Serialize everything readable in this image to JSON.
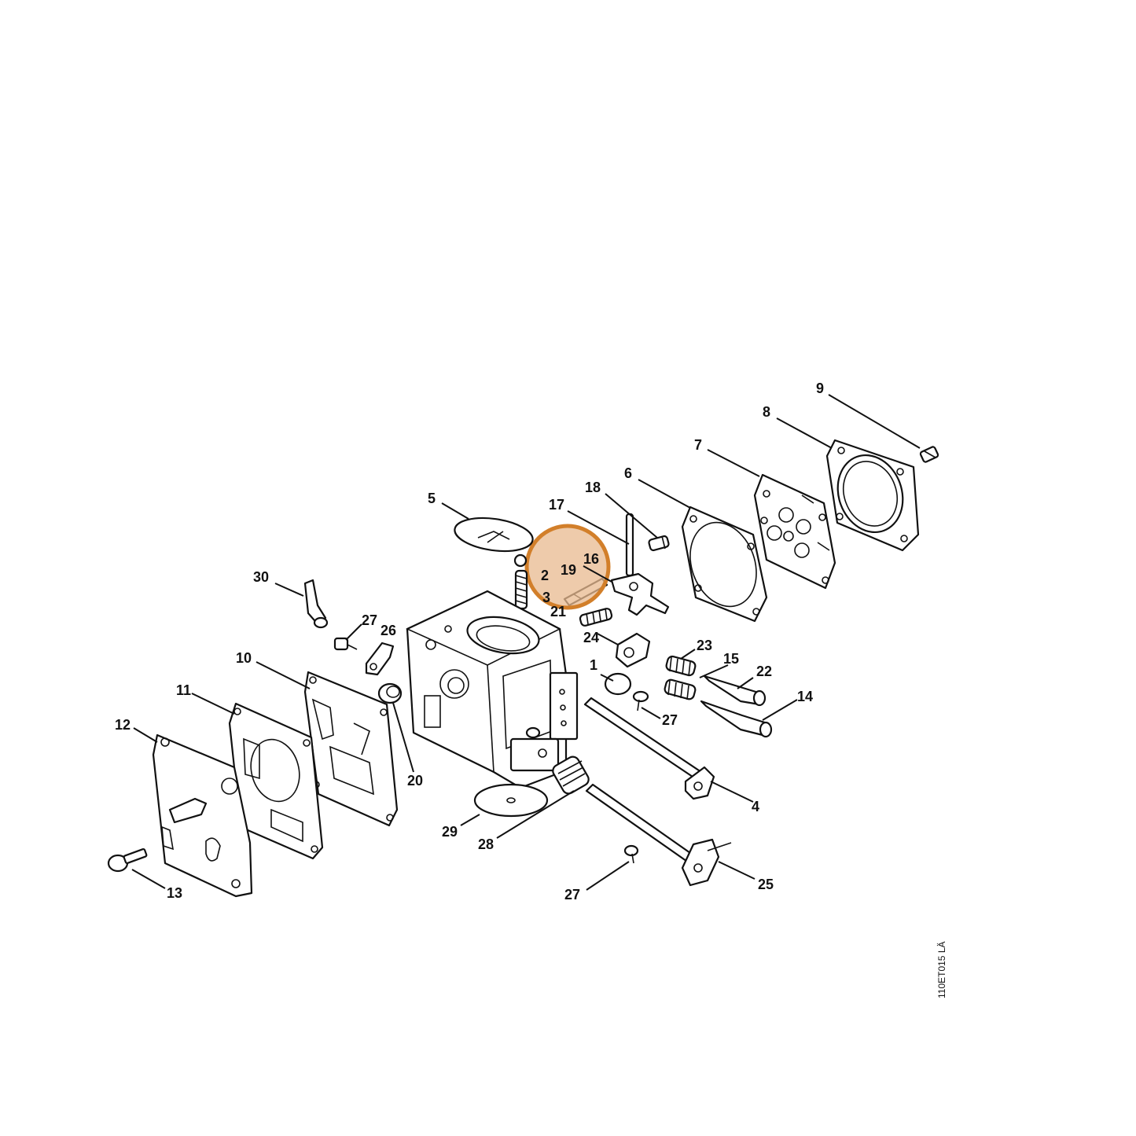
{
  "diagram": {
    "reference_code": "110ET015 LÄ",
    "highlight_color": "#e8b98f",
    "highlight_ring_color": "#d27f2a",
    "callouts": [
      "1",
      "2",
      "3",
      "4",
      "5",
      "6",
      "7",
      "8",
      "9",
      "10",
      "11",
      "12",
      "13",
      "14",
      "15",
      "16",
      "17",
      "18",
      "19",
      "20",
      "21",
      "22",
      "23",
      "24",
      "25",
      "26",
      "27",
      "27",
      "27",
      "28",
      "29",
      "30"
    ]
  }
}
